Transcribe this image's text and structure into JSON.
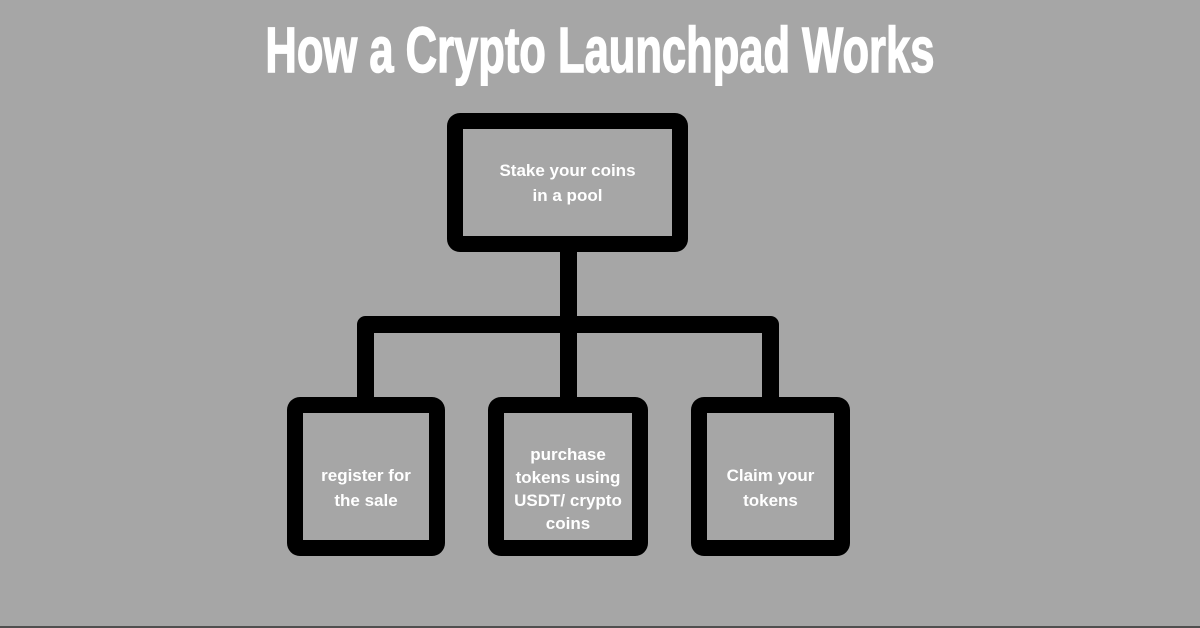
{
  "title": "How a Crypto Launchpad Works",
  "diagram": {
    "root": {
      "label": "Stake your coins\nin a pool"
    },
    "children": [
      {
        "label": "register for\nthe sale"
      },
      {
        "label": "purchase\ntokens using\nUSDT/ crypto\ncoins"
      },
      {
        "label": "Claim your\ntokens"
      }
    ]
  },
  "colors": {
    "background": "#a6a6a6",
    "box_fill": "#a6a6a6",
    "box_border": "#000000",
    "connector": "#000000",
    "text": "#ffffff",
    "title_text": "#ffffff"
  }
}
